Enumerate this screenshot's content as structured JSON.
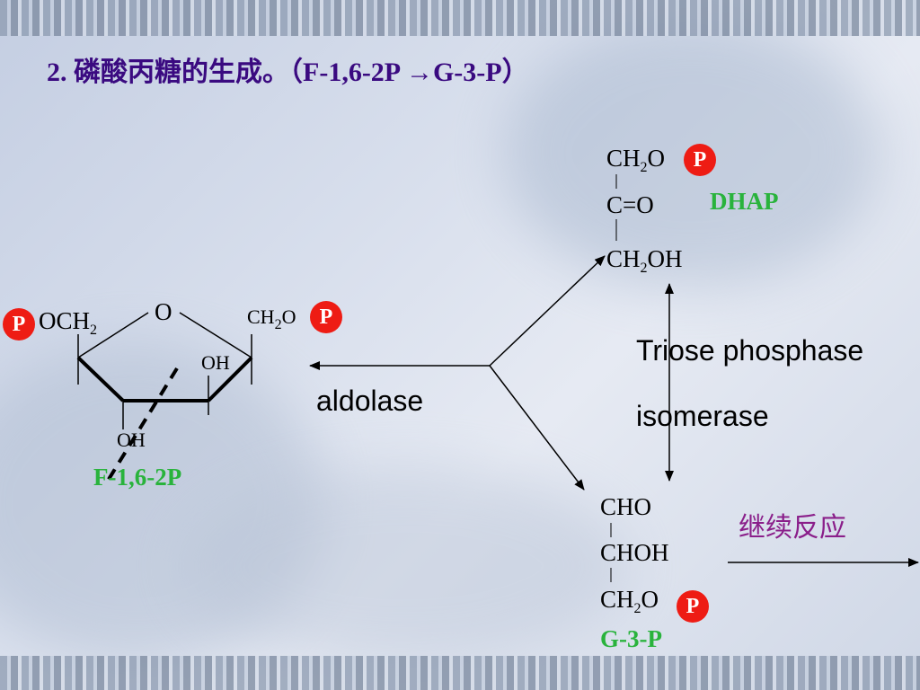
{
  "slide": {
    "title": "2.  磷酸丙糖的生成。（F-1,6-2P →G-3-P）"
  },
  "f16bp": {
    "p_left": "P",
    "och2": "OCH",
    "och2_sub": "2",
    "ring_o": "O",
    "ch2o_right": "CH",
    "ch2o_right_sub": "2",
    "ch2o_right_o": "O",
    "p_right": "P",
    "oh_upper": "OH",
    "oh_lower": "OH",
    "label": "F-1,6-2P"
  },
  "enzyme_aldolase": "aldolase",
  "dhap": {
    "line1": "CH",
    "line1_sub": "2",
    "line1_o": "O",
    "p": "P",
    "line2": "C=O",
    "line3": "CH",
    "line3_sub": "2",
    "line3_oh": "OH",
    "label": "DHAP"
  },
  "isomerase": {
    "line1": "Triose phosphase",
    "line2": "isomerase"
  },
  "g3p": {
    "line1": "CHO",
    "line2": "CHOH",
    "line3": "CH",
    "line3_sub": "2",
    "line3_o": "O",
    "p": "P",
    "label": "G-3-P"
  },
  "continue_label": "继续反应",
  "colors": {
    "title": "#3a0a80",
    "label_green": "#29b33c",
    "phosphate_red": "#ee1c14",
    "continue_purple": "#8a1e8a"
  }
}
